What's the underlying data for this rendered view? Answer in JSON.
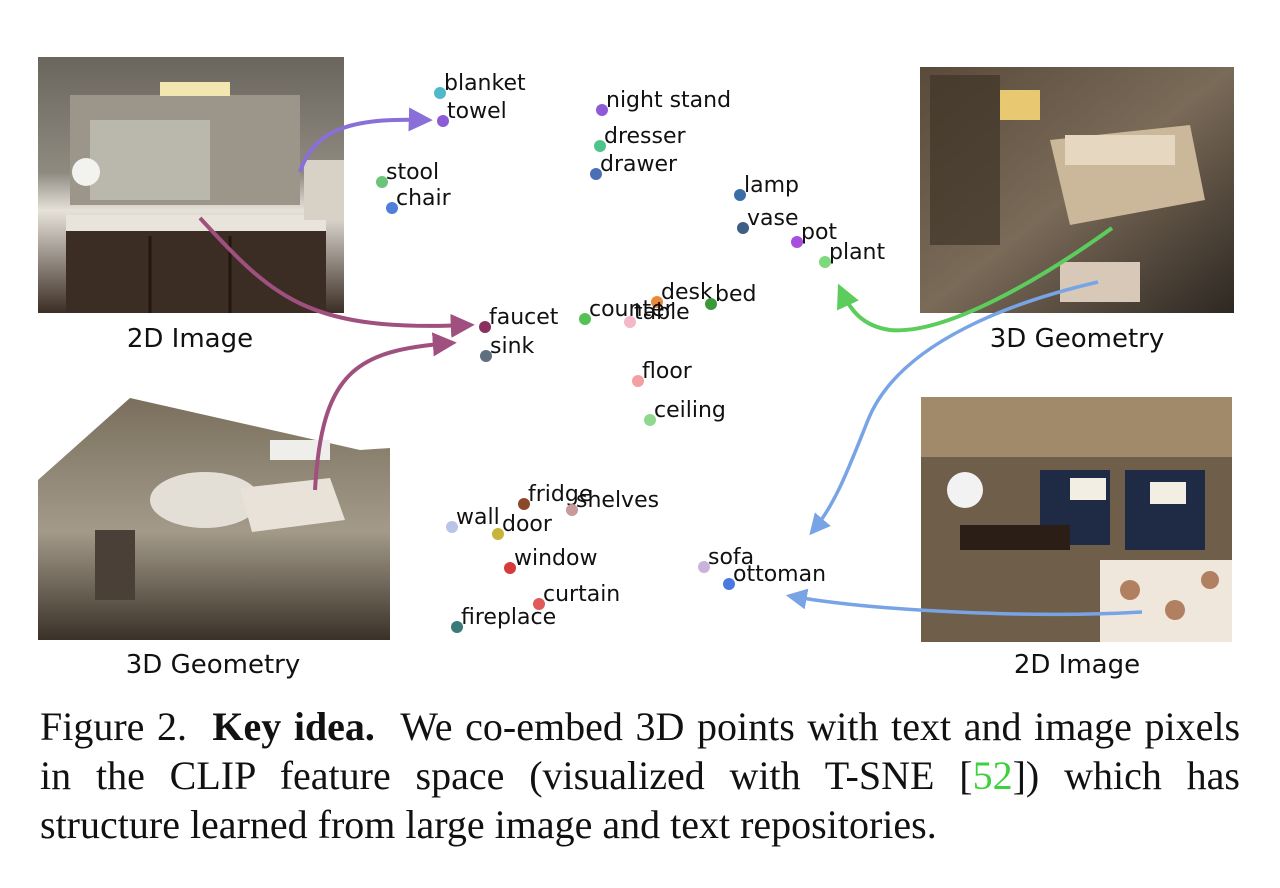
{
  "panels": [
    {
      "id": "bathroom-2d",
      "title": "2D Image"
    },
    {
      "id": "living-3d",
      "title": "3D Geometry"
    },
    {
      "id": "bathroom-3d",
      "title": "3D Geometry"
    },
    {
      "id": "living-2d",
      "title": "2D Image"
    }
  ],
  "embedding_points": [
    {
      "label": "blanket",
      "color": "#4fb8c9"
    },
    {
      "label": "towel",
      "color": "#8e5bd6"
    },
    {
      "label": "night stand",
      "color": "#8e5bd6"
    },
    {
      "label": "dresser",
      "color": "#4dc48a"
    },
    {
      "label": "drawer",
      "color": "#4a6fb5"
    },
    {
      "label": "stool",
      "color": "#6cc47a"
    },
    {
      "label": "chair",
      "color": "#4f7fd6"
    },
    {
      "label": "lamp",
      "color": "#3a6ea5"
    },
    {
      "label": "vase",
      "color": "#3e5f85"
    },
    {
      "label": "pot",
      "color": "#a64fe0"
    },
    {
      "label": "plant",
      "color": "#7ed97a"
    },
    {
      "label": "desk",
      "color": "#e88a3a"
    },
    {
      "label": "bed",
      "color": "#3a9a3a"
    },
    {
      "label": "counter",
      "color": "#55c055"
    },
    {
      "label": "table",
      "color": "#f4b8c8"
    },
    {
      "label": "faucet",
      "color": "#8a2f5f"
    },
    {
      "label": "sink",
      "color": "#5f6f7f"
    },
    {
      "label": "floor",
      "color": "#f4a0a0"
    },
    {
      "label": "ceiling",
      "color": "#90d890"
    },
    {
      "label": "fridge",
      "color": "#8a4a2a"
    },
    {
      "label": "shelves",
      "color": "#c89a9a"
    },
    {
      "label": "wall",
      "color": "#b8c4e8"
    },
    {
      "label": "door",
      "color": "#c8b43a"
    },
    {
      "label": "window",
      "color": "#d63a3a"
    },
    {
      "label": "curtain",
      "color": "#e05a5a"
    },
    {
      "label": "fireplace",
      "color": "#3a7a7a"
    },
    {
      "label": "sofa",
      "color": "#c8b4d8"
    },
    {
      "label": "ottoman",
      "color": "#4a7ae0"
    }
  ],
  "caption": {
    "figure_label": "Figure 2.",
    "bold_title": "Key idea.",
    "text_before_ref": "We co-embed 3D points with text and image pixels in the CLIP feature space (visualized with T-SNE [",
    "ref": "52",
    "text_after_ref": "]) which has structure learned from large image and text repositories."
  },
  "colors": {
    "arrow_purple": "#8a6fd8",
    "arrow_magenta": "#a0507e",
    "arrow_green": "#5ccc5c",
    "arrow_blue": "#78a4e6"
  }
}
